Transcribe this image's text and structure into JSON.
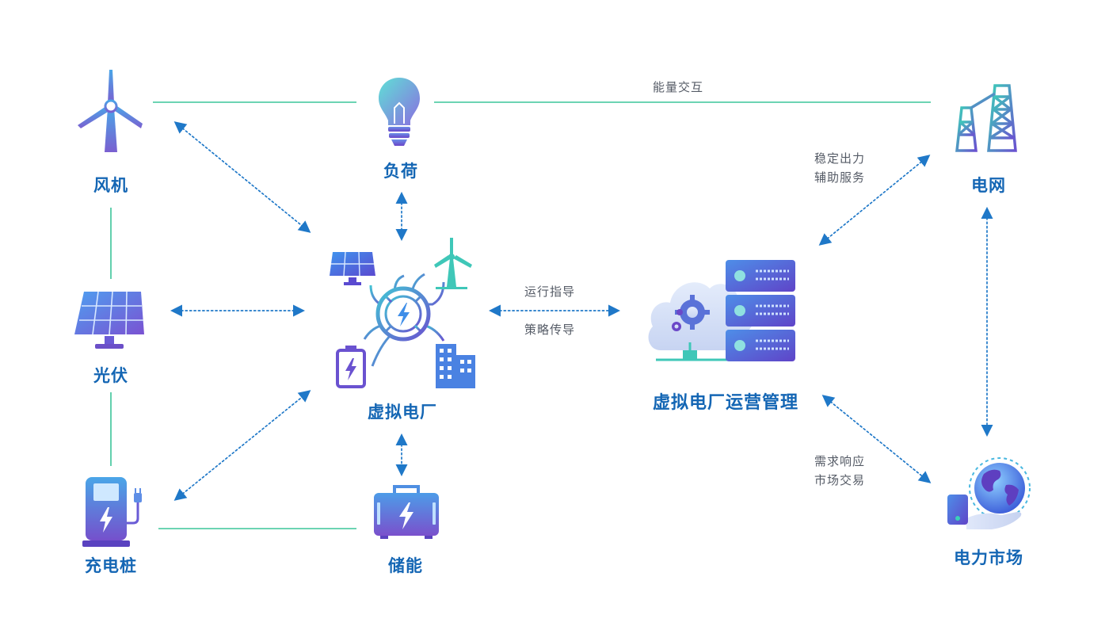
{
  "nodes": {
    "wind": "风机",
    "load": "负荷",
    "solar": "光伏",
    "charger": "充电桩",
    "storage": "储能",
    "vpp": "虚拟电厂",
    "vpp_ops": "虚拟电厂运营管理",
    "grid": "电网",
    "market": "电力市场"
  },
  "edge_labels": {
    "energy_exchange": "能量交互",
    "grid_services": [
      "稳定出力",
      "辅助服务"
    ],
    "ops_link": [
      "运行指导",
      "策略传导"
    ],
    "market_services": [
      "需求响应",
      "市场交易"
    ]
  },
  "colors": {
    "label_blue": "#1466b4",
    "solid_line": "#3cc59a",
    "dotted_arrow": "#1f78c8",
    "note_gray": "#555b66"
  }
}
